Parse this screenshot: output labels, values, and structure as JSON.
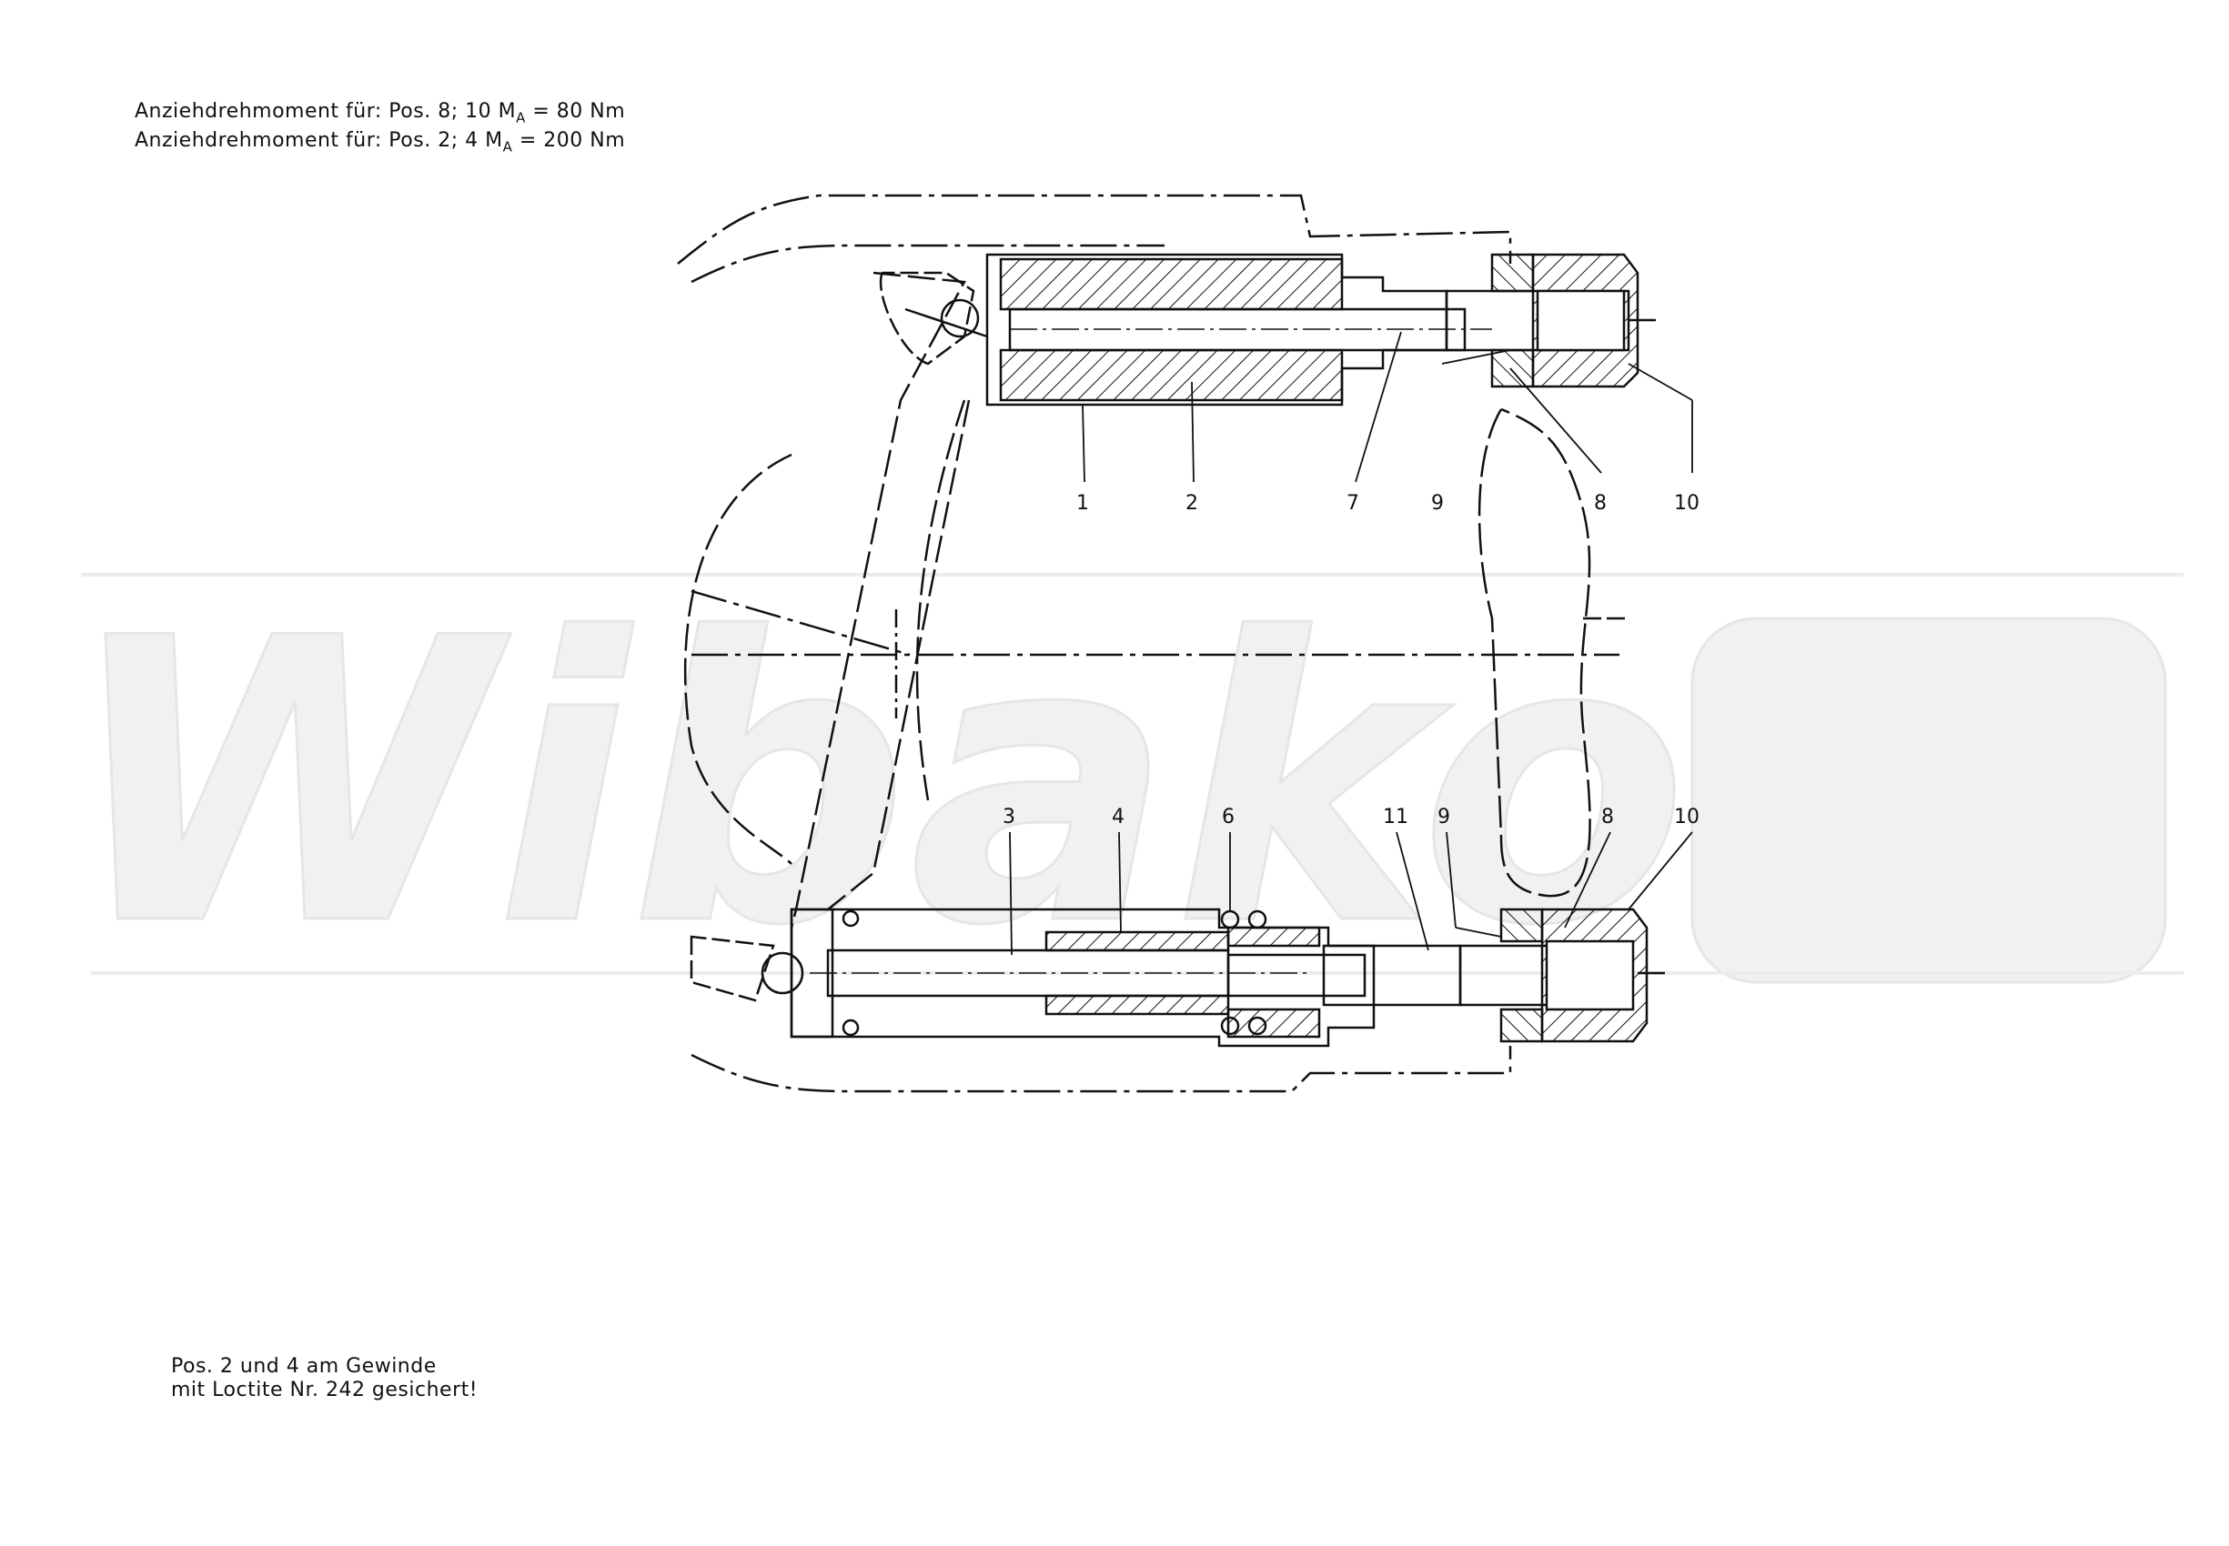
{
  "notes": {
    "torque_line1_prefix": "Anziehdrehmoment für: Pos. 8; 10 M",
    "torque_line1_sub": "A",
    "torque_line1_value": " =  80 Nm",
    "torque_line2_prefix": "Anziehdrehmoment für:  Pos.  2;  4 M",
    "torque_line2_sub": "A",
    "torque_line2_value": " = 200 Nm",
    "loctite_line1": "Pos. 2 und 4  am Gewinde",
    "loctite_line2": "mit Loctite  Nr. 242  gesichert!"
  },
  "watermark": {
    "text": "Wibako"
  },
  "callouts_top": [
    "1",
    "2",
    "7",
    "9",
    "8",
    "10"
  ],
  "callouts_bottom": [
    "3",
    "4",
    "6",
    "11",
    "9",
    "8",
    "10"
  ],
  "colors": {
    "line": "#111111",
    "watermark": "#efefef",
    "background": "#ffffff"
  }
}
